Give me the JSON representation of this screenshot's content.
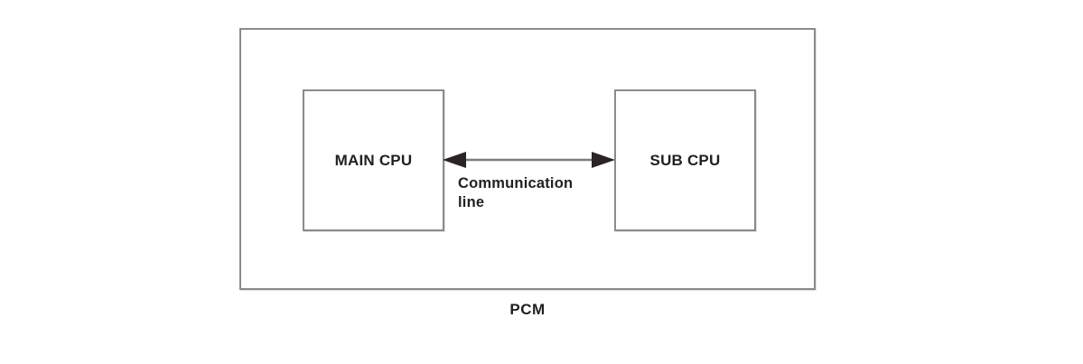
{
  "diagram": {
    "type": "block-diagram",
    "outer_label": "PCM",
    "nodes": [
      {
        "id": "main-cpu",
        "label": "MAIN CPU"
      },
      {
        "id": "sub-cpu",
        "label": "SUB CPU"
      }
    ],
    "connection": {
      "type": "bidirectional-arrow",
      "from": "main-cpu",
      "to": "sub-cpu",
      "label_line1": "Communication",
      "label_line2": "line"
    },
    "colors": {
      "box_border": "#8b8b8b",
      "text": "#231f20",
      "arrow_line": "#7d7d7d",
      "arrow_head": "#2b2426",
      "background": "#ffffff"
    }
  }
}
